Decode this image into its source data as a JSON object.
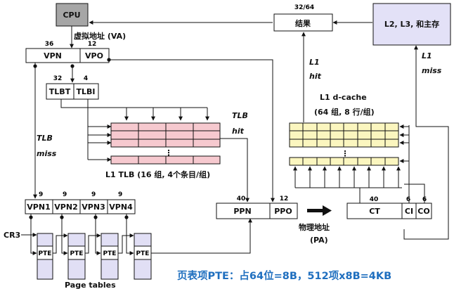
{
  "cpu": {
    "label": "CPU"
  },
  "virtual_address": {
    "label": "虚拟地址 (VA)",
    "vpn": "VPN",
    "vpo": "VPO",
    "vpn_bits": "36",
    "vpo_bits": "12"
  },
  "tlb_index": {
    "tlbt": "TLBT",
    "tlbi": "TLBI",
    "tlbt_bits": "32",
    "tlbi_bits": "4"
  },
  "tlb": {
    "caption": "L1 TLB (16 组, 4个条目/组)",
    "hit": "TLB",
    "hit2": "hit",
    "miss": "TLB",
    "miss2": "miss",
    "dots": "⋮"
  },
  "vpn_split": {
    "parts": [
      "VPN1",
      "VPN2",
      "VPN3",
      "VPN4"
    ],
    "bits": [
      "9",
      "9",
      "9",
      "9"
    ]
  },
  "cr3": "CR3",
  "pte": [
    "PTE",
    "PTE",
    "PTE",
    "PTE"
  ],
  "page_tables_label": "Page tables",
  "physical_address": {
    "ppn": "PPN",
    "ppo": "PPO",
    "ppn_bits": "40",
    "ppo_bits": "12",
    "label1": "物理地址",
    "label2": "(PA)"
  },
  "cache_address": {
    "ct": "CT",
    "ci": "CI",
    "co": "CO",
    "ct_bits": "40",
    "ci_bits": "6",
    "co_bits": "6"
  },
  "l1_cache": {
    "title": "L1 d-cache",
    "subtitle": "(64 组, 8 行/组)",
    "hit": "L1",
    "hit2": "hit",
    "miss": "L1",
    "miss2": "miss",
    "dots": "⋮"
  },
  "result": {
    "label": "结果",
    "bits": "32/64"
  },
  "memory": {
    "label": "L2, L3, 和主存"
  },
  "note": "页表项PTE：占64位=8B，512项x8B=4KB",
  "colors": {
    "tlb_fill": "#f6c9cf",
    "cache_fill": "#fbf6bf",
    "memory_fill": "#e3e1f7",
    "cpu_fill": "#a6a6a6",
    "pte_fill": "#e1dff5",
    "note_color": "#1f6fbf"
  }
}
